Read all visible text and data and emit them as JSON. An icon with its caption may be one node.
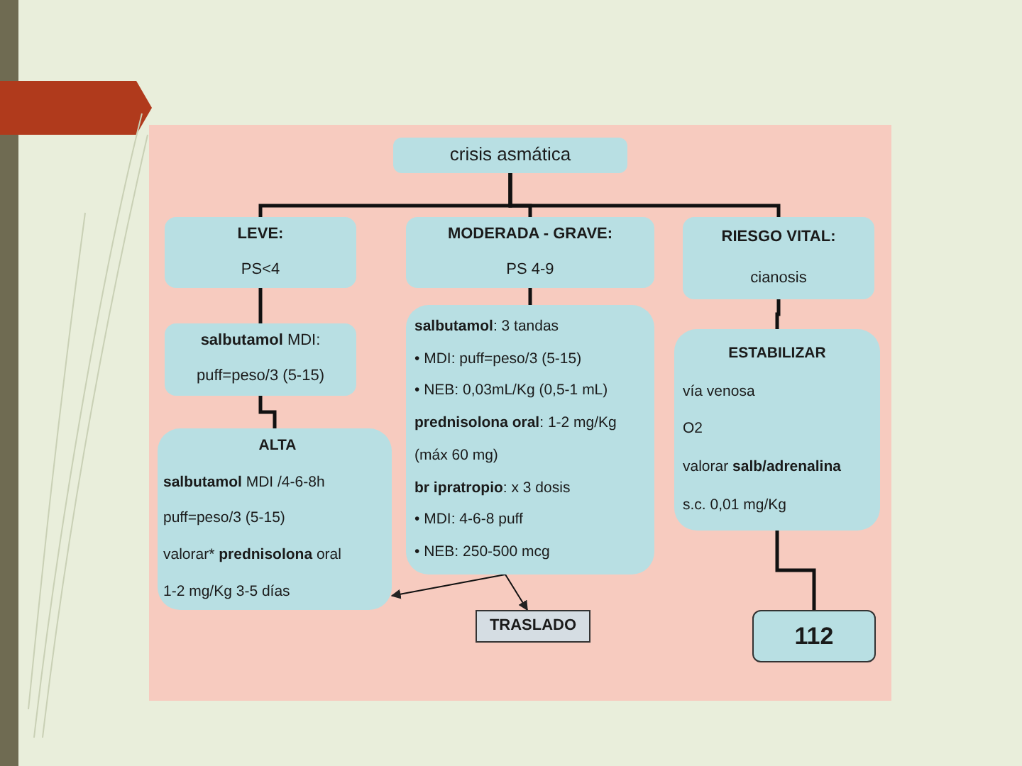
{
  "diagram": {
    "nodes": [
      {
        "text": [
          "crisis asmática"
        ]
      },
      {
        "text": [
          "LEVE:",
          "PS<4"
        ]
      },
      {
        "text": [
          "MODERADA - GRAVE:",
          "PS 4-9"
        ]
      },
      {
        "text": [
          "RIESGO VITAL:",
          "cianosis"
        ]
      },
      {
        "text": [
          "**salbutamol** MDI:",
          "puff=peso/3 (5-15)"
        ]
      },
      {
        "text": [
          "ALTA",
          "**salbutamol** MDI /4-6-8h",
          "puff=peso/3 (5-15)",
          "valorar* **prednisolona** oral",
          "1-2 mg/Kg 3-5 días"
        ]
      },
      {
        "text": [
          "**salbutamol**: 3 tandas",
          "• MDI: puff=peso/3 (5-15)",
          "• NEB: 0,03mL/Kg (0,5-1 mL)",
          "**prednisolona oral**: 1-2 mg/Kg",
          "(máx 60 mg)",
          "**br ipratropio**: x 3 dosis",
          "• MDI: 4-6-8 puff",
          "• NEB: 250-500 mcg"
        ]
      },
      {
        "text": [
          "ESTABILIZAR",
          "vía venosa",
          "O2",
          "valorar **salb/adrenalina**",
          "s.c. 0,01 mg/Kg"
        ]
      },
      {
        "text": [
          "TRASLADO"
        ]
      },
      {
        "text": [
          "112"
        ]
      }
    ],
    "edges": [
      {
        "from": 0,
        "to": 1,
        "arrow": "none"
      },
      {
        "from": 0,
        "to": 2,
        "arrow": "none"
      },
      {
        "from": 0,
        "to": 3,
        "arrow": "none"
      },
      {
        "from": 1,
        "to": 4,
        "arrow": "none"
      },
      {
        "from": 4,
        "to": 5,
        "arrow": "none"
      },
      {
        "from": 2,
        "to": 6,
        "arrow": "none"
      },
      {
        "from": 3,
        "to": 7,
        "arrow": "none"
      },
      {
        "from": 7,
        "to": 9,
        "arrow": "none"
      },
      {
        "from": 6,
        "to": 5,
        "arrow": "to"
      },
      {
        "from": 6,
        "to": 8,
        "arrow": "to"
      }
    ]
  }
}
